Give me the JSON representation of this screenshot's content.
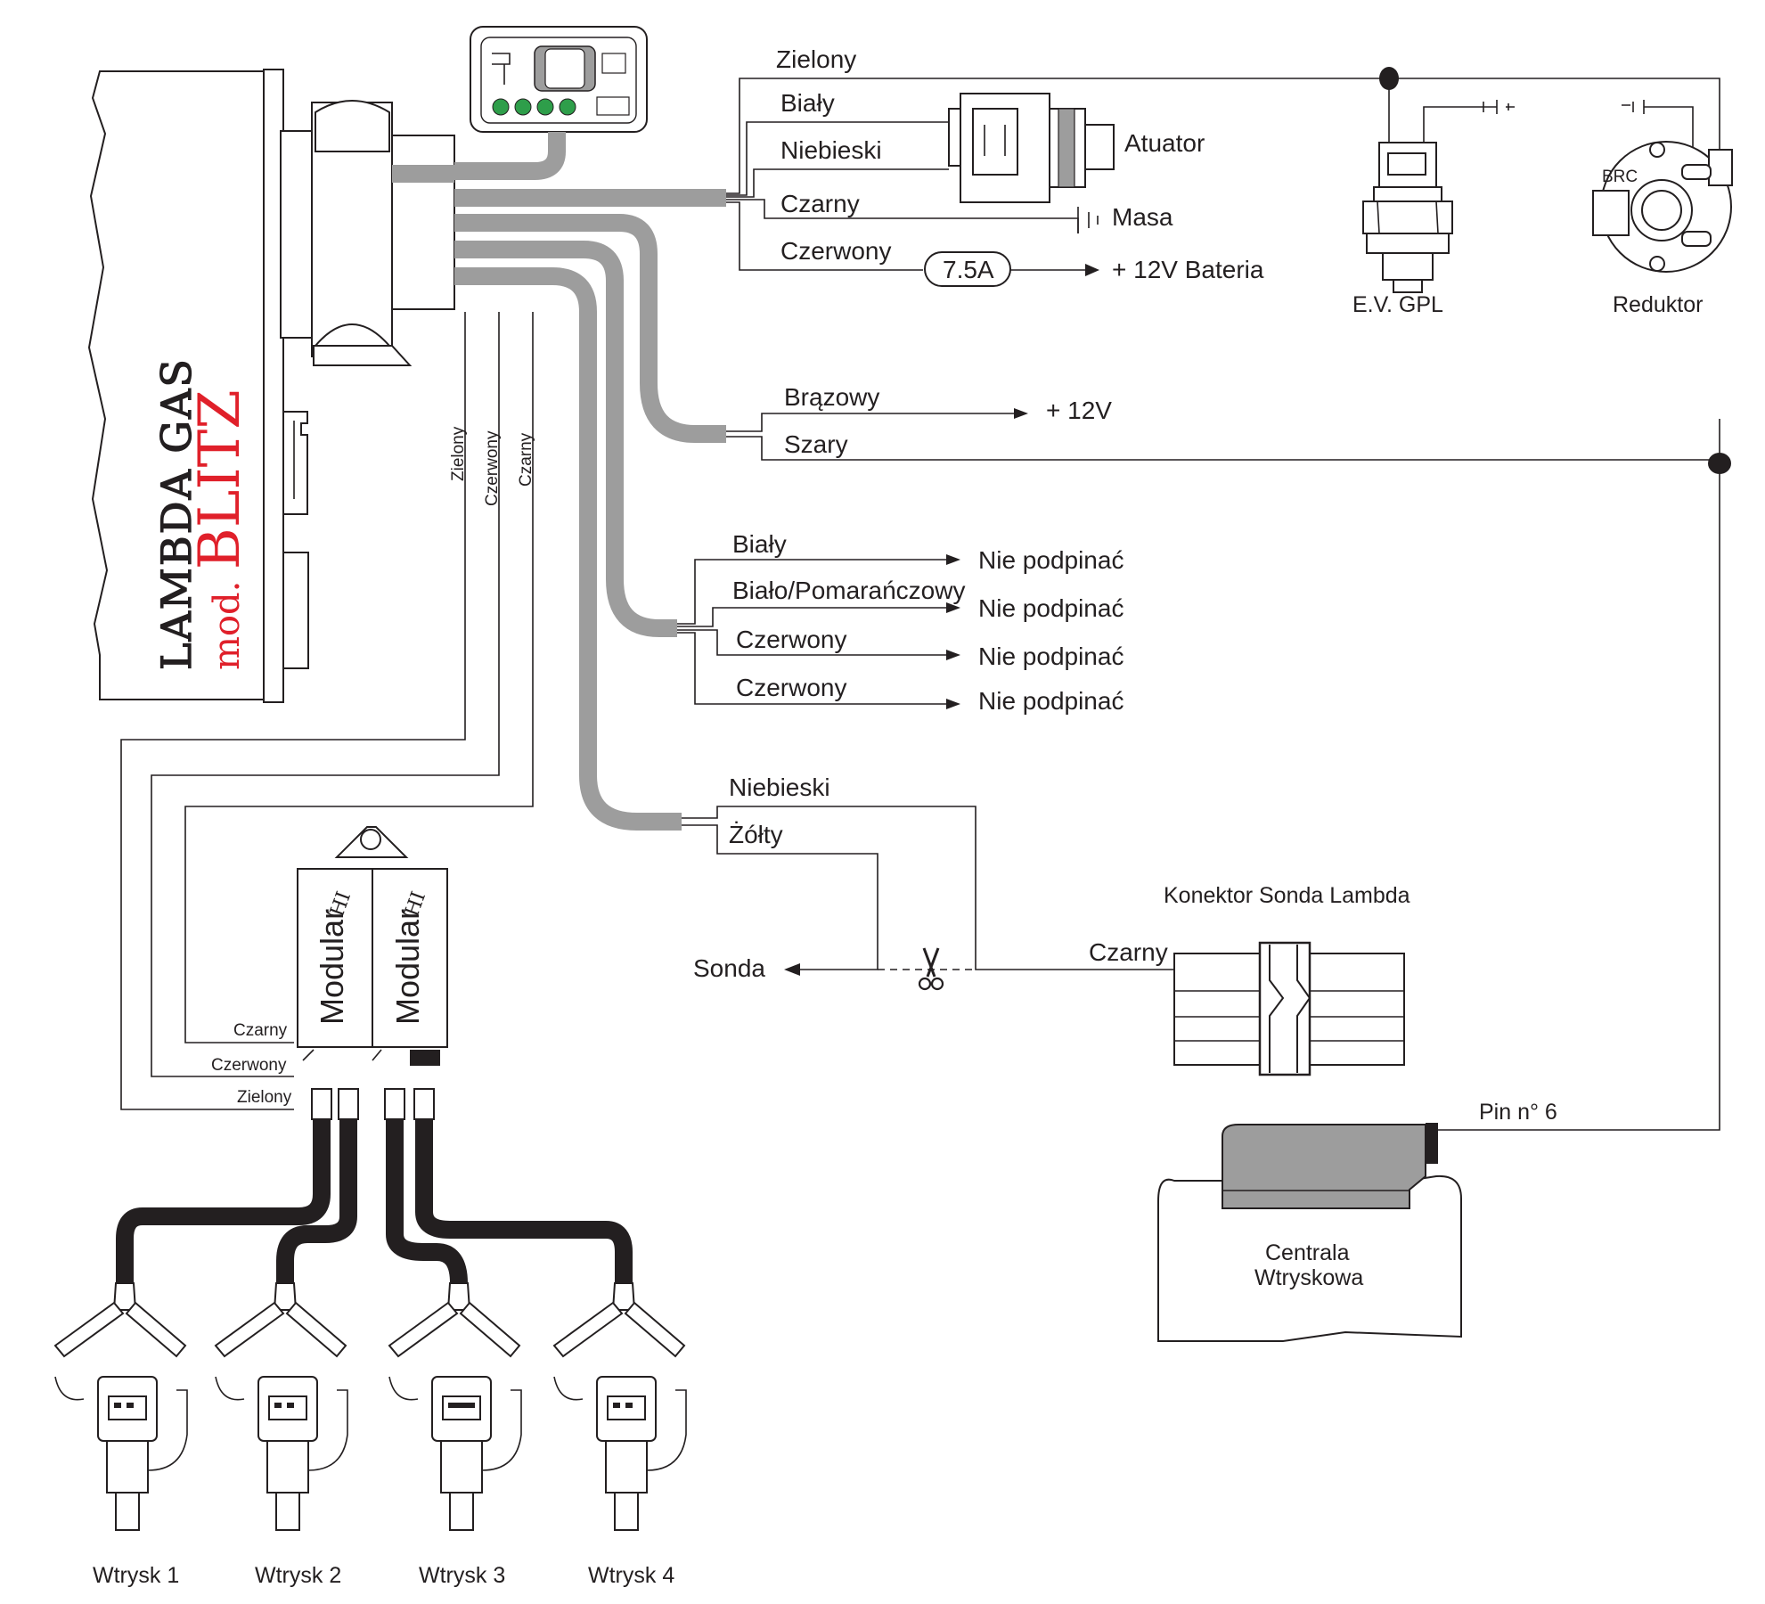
{
  "ecu": {
    "brand_line1": "LAMBDA GAS",
    "brand_prefix": "mod.",
    "brand_name": "BLITZ",
    "brand_color": "#e0202a"
  },
  "top_wires": {
    "zielony": "Zielony",
    "bialy": "Biały",
    "niebieski": "Niebieski",
    "czarny": "Czarny",
    "czerwony": "Czerwony"
  },
  "atuator": {
    "label": "Atuator"
  },
  "masa": {
    "label": "Masa"
  },
  "fuse": {
    "label": "7.5A",
    "target": "+ 12V Bateria"
  },
  "ev_gpl": {
    "label": "E.V. GPL"
  },
  "reduktor": {
    "label": "Reduktor",
    "brand": "BRC"
  },
  "mid_wires": {
    "brazowy": "Brązowy",
    "plus12v": "+ 12V",
    "szary": "Szary"
  },
  "unused_wires": {
    "items": [
      {
        "color": "Biały",
        "note": "Nie podpinać"
      },
      {
        "color": "Biało/Pomarańczowy",
        "note": "Nie podpinać"
      },
      {
        "color": "Czerwony",
        "note": "Nie podpinać"
      },
      {
        "color": "Czerwony",
        "note": "Nie podpinać"
      }
    ]
  },
  "lambda": {
    "niebieski": "Niebieski",
    "zolty": "Żółty",
    "sonda": "Sonda",
    "connector_title": "Konektor Sonda Lambda",
    "czarny": "Czarny"
  },
  "centrala": {
    "pin": "Pin n° 6",
    "line1": "Centrala",
    "line2": "Wtryskowa"
  },
  "vertical_wires": {
    "zielony": "Zielony",
    "czerwony": "Czerwony",
    "czarny": "Czarny"
  },
  "modular": {
    "unit1": "Modular",
    "unit2": "Modular",
    "tag": "HI",
    "wire_czarny": "Czarny",
    "wire_czerwony": "Czerwony",
    "wire_zielony": "Zielony"
  },
  "injectors": {
    "items": [
      "Wtrysk 1",
      "Wtrysk 2",
      "Wtrysk 3",
      "Wtrysk 4"
    ]
  },
  "colors": {
    "cable_gray": "#9d9d9d",
    "led_green": "#2e9e4a",
    "line": "#231f20"
  }
}
